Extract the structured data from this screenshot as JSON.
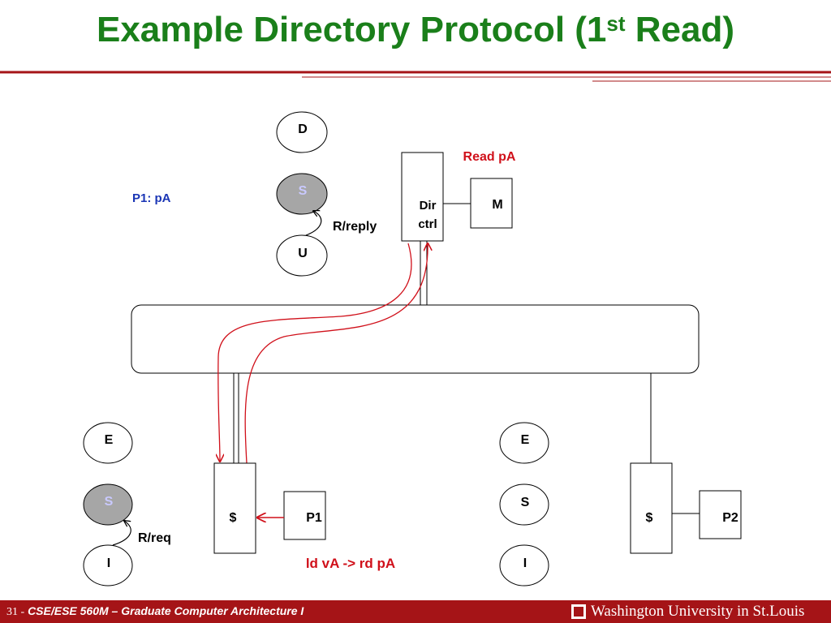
{
  "title": {
    "main": "Example Directory Protocol (1",
    "sup": "st",
    "tail": " Read)"
  },
  "diagram": {
    "home_states": {
      "top": "D",
      "middle": "S",
      "bottom": "U"
    },
    "home_transition_label": "R/reply",
    "p1_label": "P1: pA",
    "dir_ctrl": {
      "line1": "Dir",
      "line2": "ctrl"
    },
    "memory": "M",
    "read_msg": "Read pA",
    "left_states": {
      "top": "E",
      "middle": "S",
      "bottom": "I"
    },
    "left_transition_label": "R/req",
    "right_states": {
      "top": "E",
      "middle": "S",
      "bottom": "I"
    },
    "cache1": "$",
    "proc1": "P1",
    "cache2": "$",
    "proc2": "P2",
    "ld_msg": "ld vA -> rd pA"
  },
  "footer": {
    "slide_number": "31 -",
    "course": "CSE/ESE 560M – Graduate Computer Architecture I",
    "logo_text": "Washington University in St.Louis"
  },
  "colors": {
    "title": "#1a7f1a",
    "accent_red": "#d0101a",
    "blue_label": "#1a35b5",
    "footer": "#a51417",
    "state_fill": "#a6a6a6"
  }
}
